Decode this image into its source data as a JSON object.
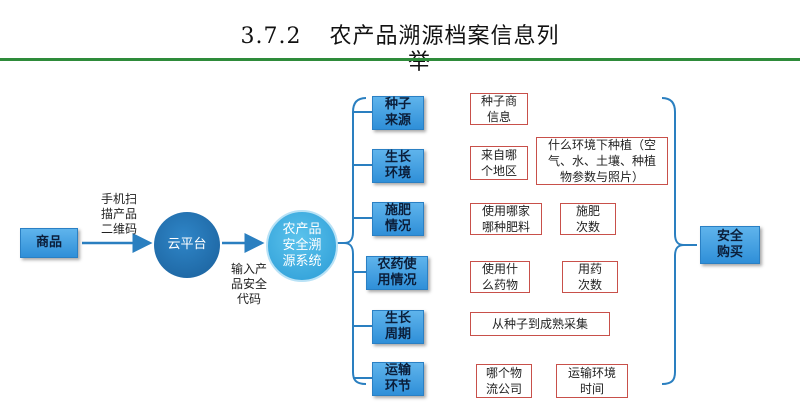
{
  "title": {
    "number": "3.7.2",
    "text": "农产品溯源档案信息列",
    "wrap": "举"
  },
  "nodes": {
    "goods": "商品",
    "cloud": "云平台",
    "system": "农产品\n安全溯\n源系统",
    "safe_buy": "安全\n购买"
  },
  "edge_labels": {
    "scan": "手机扫\n描产品\n二维码",
    "input": "输入产\n品安全\n代码"
  },
  "categories": [
    {
      "label": "种子\n来源",
      "details": [
        "种子商\n信息"
      ]
    },
    {
      "label": "生长\n环境",
      "details": [
        "来自哪\n个地区",
        "什么环境下种植（空\n气、水、土壤、种植\n物参数与照片）"
      ]
    },
    {
      "label": "施肥\n情况",
      "details": [
        "使用哪家\n哪种肥料",
        "施肥\n次数"
      ]
    },
    {
      "label": "农药使\n用情况",
      "details": [
        "使用什\n么药物",
        "用药\n次数"
      ]
    },
    {
      "label": "生长\n周期",
      "details": [
        "从种子到成熟采集"
      ]
    },
    {
      "label": "运输\n环节",
      "details": [
        "哪个物\n流公司",
        "运输环境\n时间"
      ]
    }
  ]
}
